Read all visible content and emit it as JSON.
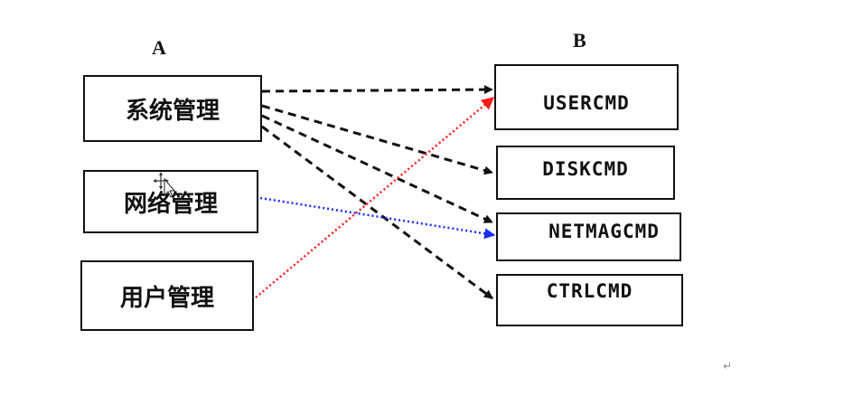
{
  "columns": {
    "a_title": "A",
    "b_title": "B"
  },
  "modules": [
    {
      "id": "sys",
      "label": "系统管理"
    },
    {
      "id": "net",
      "label": "网络管理"
    },
    {
      "id": "user",
      "label": "用户管理"
    }
  ],
  "commands": [
    {
      "id": "usercmd",
      "label": "USERCMD"
    },
    {
      "id": "diskcmd",
      "label": "DISKCMD"
    },
    {
      "id": "netmagcmd",
      "label": "NETMAGCMD"
    },
    {
      "id": "ctrlcmd",
      "label": "CTRLCMD"
    }
  ],
  "links": [
    {
      "from": "sys",
      "to": "usercmd",
      "color": "#111111",
      "style": "dashed"
    },
    {
      "from": "sys",
      "to": "diskcmd",
      "color": "#111111",
      "style": "dashed"
    },
    {
      "from": "sys",
      "to": "netmagcmd",
      "color": "#111111",
      "style": "dashed"
    },
    {
      "from": "sys",
      "to": "ctrlcmd",
      "color": "#111111",
      "style": "dashed"
    },
    {
      "from": "net",
      "to": "netmagcmd",
      "color": "#1a2cff",
      "style": "dotted"
    },
    {
      "from": "user",
      "to": "usercmd",
      "color": "#ff1a1a",
      "style": "dotted"
    }
  ],
  "icons": {
    "cursor": "move-cursor-icon",
    "return": "paragraph-return-icon"
  }
}
